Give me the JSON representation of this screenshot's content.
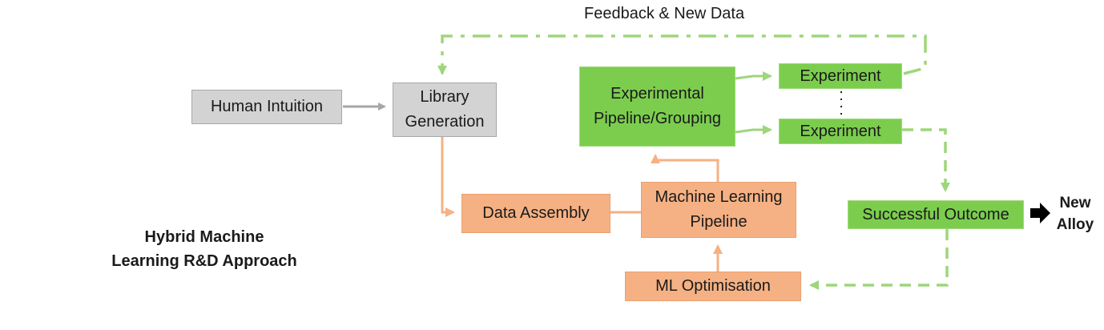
{
  "feedback_label": "Feedback & New Data",
  "title_line1": "Hybrid Machine",
  "title_line2": "Learning R&D Approach",
  "boxes": {
    "human_intuition": "Human Intuition",
    "library_line1": "Library",
    "library_line2": "Generation",
    "experimental_line1": "Experimental",
    "experimental_line2": "Pipeline/Grouping",
    "experiment_1": "Experiment",
    "experiment_2": "Experiment",
    "data_assembly": "Data Assembly",
    "ml_pipeline_line1": "Machine Learning",
    "ml_pipeline_line2": "Pipeline",
    "ml_optimisation": "ML Optimisation",
    "successful_outcome": "Successful Outcome"
  },
  "ellipsis": ":",
  "result_line1": "New",
  "result_line2": "Alloy",
  "colors": {
    "grey_box": "#d3d3d3",
    "green_box": "#7ccd4e",
    "orange_box": "#f5b183",
    "grey_arrow": "#a6a6a6",
    "green_arrow": "#9ed67c",
    "orange_arrow": "#f5b183",
    "result_arrow": "#000000"
  }
}
